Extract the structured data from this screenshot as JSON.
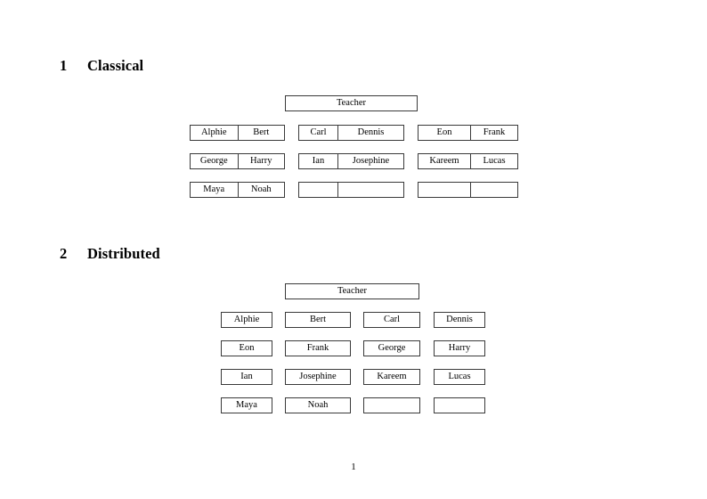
{
  "page": {
    "number": "1",
    "background": "#ffffff",
    "text_color": "#000000",
    "border_color": "#3a3a3a"
  },
  "sections": [
    {
      "number": "1",
      "title": "Classical",
      "layout": "grouped-pairs",
      "teacher": {
        "label": "Teacher"
      },
      "groups": [
        {
          "name": "group-left",
          "rows": [
            {
              "left": "Alphie",
              "right": "Bert"
            },
            {
              "left": "George",
              "right": "Harry"
            },
            {
              "left": "Maya",
              "right": "Noah"
            }
          ]
        },
        {
          "name": "group-middle",
          "rows": [
            {
              "left": "Carl",
              "right": "Dennis"
            },
            {
              "left": "Ian",
              "right": "Josephine"
            },
            {
              "left": "",
              "right": ""
            }
          ]
        },
        {
          "name": "group-right",
          "rows": [
            {
              "left": "Eon",
              "right": "Frank"
            },
            {
              "left": "Kareem",
              "right": "Lucas"
            },
            {
              "left": "",
              "right": ""
            }
          ]
        }
      ]
    },
    {
      "number": "2",
      "title": "Distributed",
      "layout": "uniform-grid",
      "teacher": {
        "label": "Teacher"
      },
      "rows": [
        [
          "Alphie",
          "Bert",
          "Carl",
          "Dennis"
        ],
        [
          "Eon",
          "Frank",
          "George",
          "Harry"
        ],
        [
          "Ian",
          "Josephine",
          "Kareem",
          "Lucas"
        ],
        [
          "Maya",
          "Noah",
          "",
          ""
        ]
      ]
    }
  ]
}
